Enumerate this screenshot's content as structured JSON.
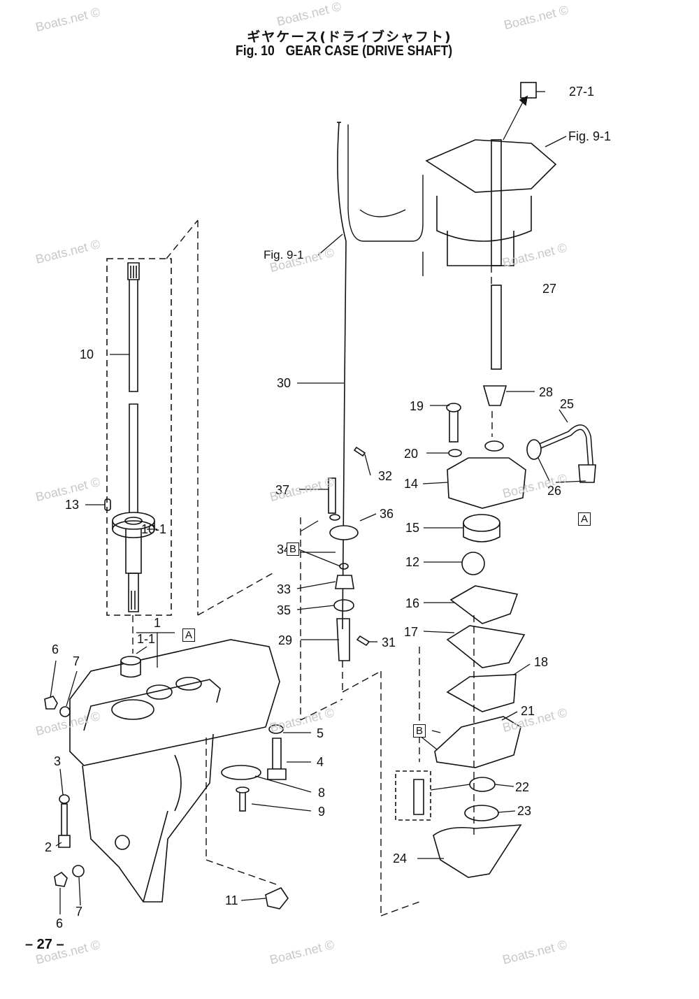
{
  "title": {
    "japanese": "ギヤケース(ドライブシャフト)",
    "fig_label": "Fig. 10",
    "english": "GEAR CASE (DRIVE SHAFT)"
  },
  "callouts": {
    "c1": "1",
    "c1_1": "1-1",
    "c2": "2",
    "c3": "3",
    "c4": "4",
    "c5": "5",
    "c6a": "6",
    "c6b": "6",
    "c7a": "7",
    "c7b": "7",
    "c8": "8",
    "c9": "9",
    "c10": "10",
    "c10_1": "10-1",
    "c11": "11",
    "c12": "12",
    "c13": "13",
    "c14": "14",
    "c15": "15",
    "c16": "16",
    "c17": "17",
    "c18": "18",
    "c19": "19",
    "c20": "20",
    "c21": "21",
    "c22": "22",
    "c23": "23",
    "c24": "24",
    "c25": "25",
    "c26": "26",
    "c27": "27",
    "c27_1": "27-1",
    "c28": "28",
    "c29": "29",
    "c30": "30",
    "c31": "31",
    "c32": "32",
    "c33": "33",
    "c34": "34",
    "c35": "35",
    "c36": "36",
    "c37": "37"
  },
  "refs": {
    "fig91_top": "Fig. 9-1",
    "fig91_mid": "Fig. 9-1",
    "box_a1": "A",
    "box_a2": "A",
    "box_b1": "B",
    "box_b2": "B"
  },
  "watermark": "Boats.net ©",
  "page_number": "– 27 –"
}
